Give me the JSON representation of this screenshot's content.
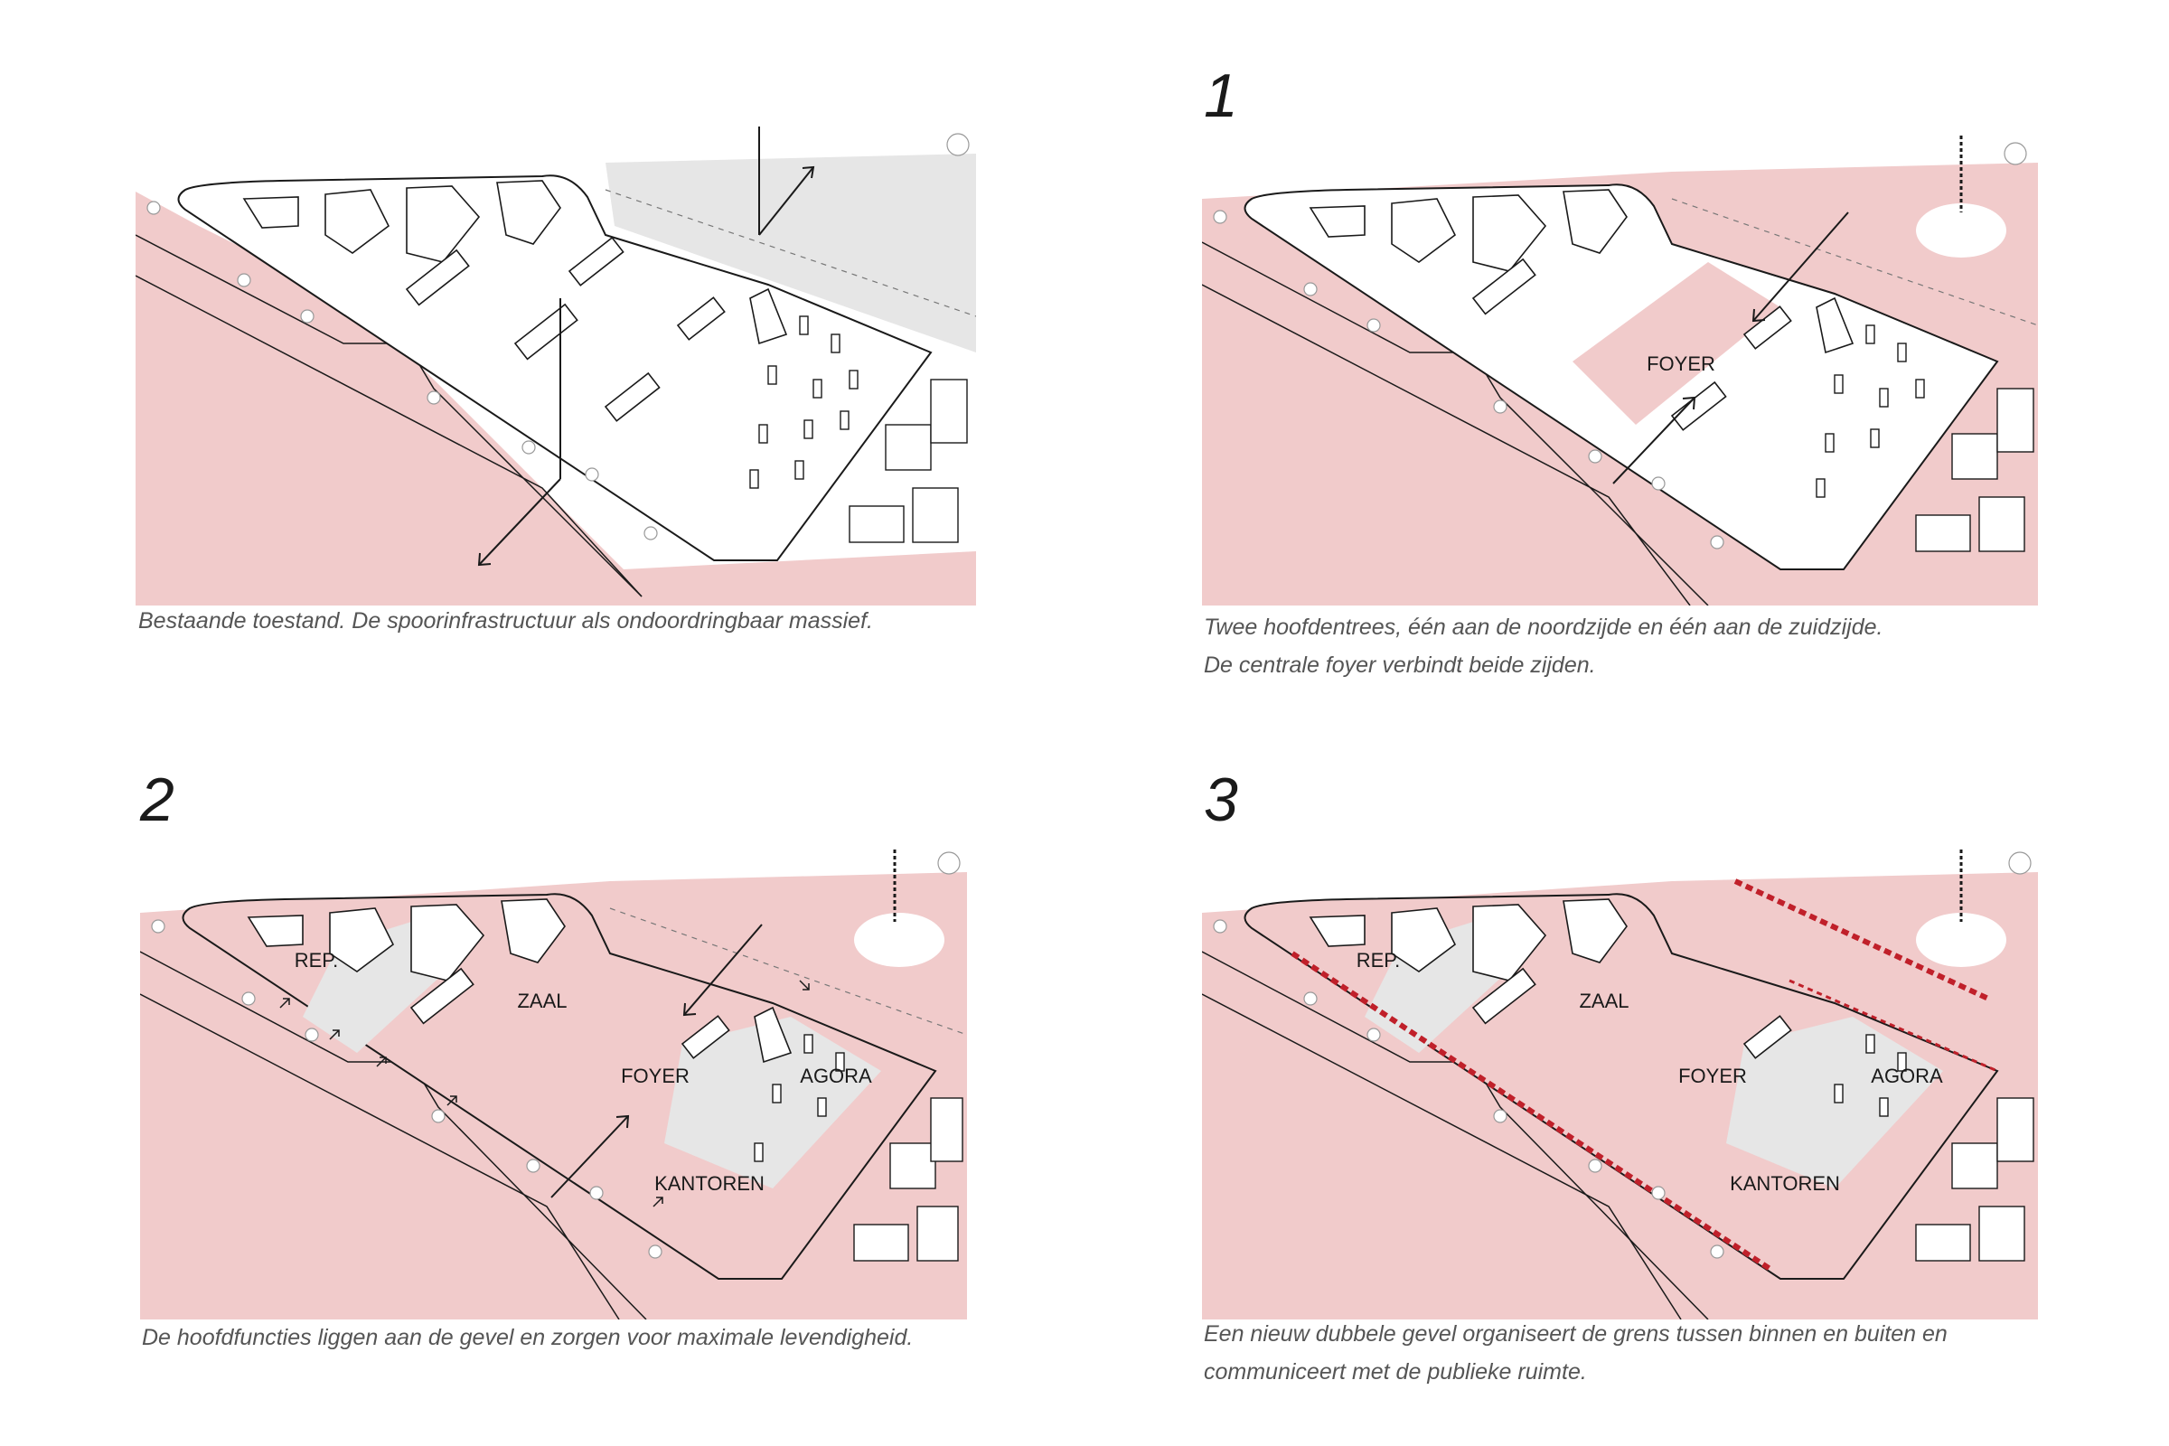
{
  "colors": {
    "pink": "#f1cbcb",
    "grey": "#e6e6e6",
    "line": "#1a1a1a",
    "red": "#c0202a"
  },
  "panels": [
    {
      "number": "",
      "caption": [
        "Bestaande toestand. De spoorinfrastructuur als ondoordringbaar massief."
      ],
      "labels": []
    },
    {
      "number": "1",
      "caption": [
        "Twee hoofdentrees, één aan de noordzijde en één aan de zuidzijde.",
        "De centrale foyer verbindt beide zijden."
      ],
      "labels": [
        "FOYER"
      ]
    },
    {
      "number": "2",
      "caption": [
        "De hoofdfuncties liggen aan de gevel en zorgen voor maximale levendigheid."
      ],
      "labels": [
        "REP.",
        "ZAAL",
        "FOYER",
        "AGORA",
        "KANTOREN"
      ]
    },
    {
      "number": "3",
      "caption": [
        "Een nieuw dubbele gevel organiseert de grens tussen binnen en buiten en",
        "communiceert met de publieke ruimte."
      ],
      "labels": [
        "REP.",
        "ZAAL",
        "FOYER",
        "AGORA",
        "KANTOREN"
      ]
    }
  ]
}
